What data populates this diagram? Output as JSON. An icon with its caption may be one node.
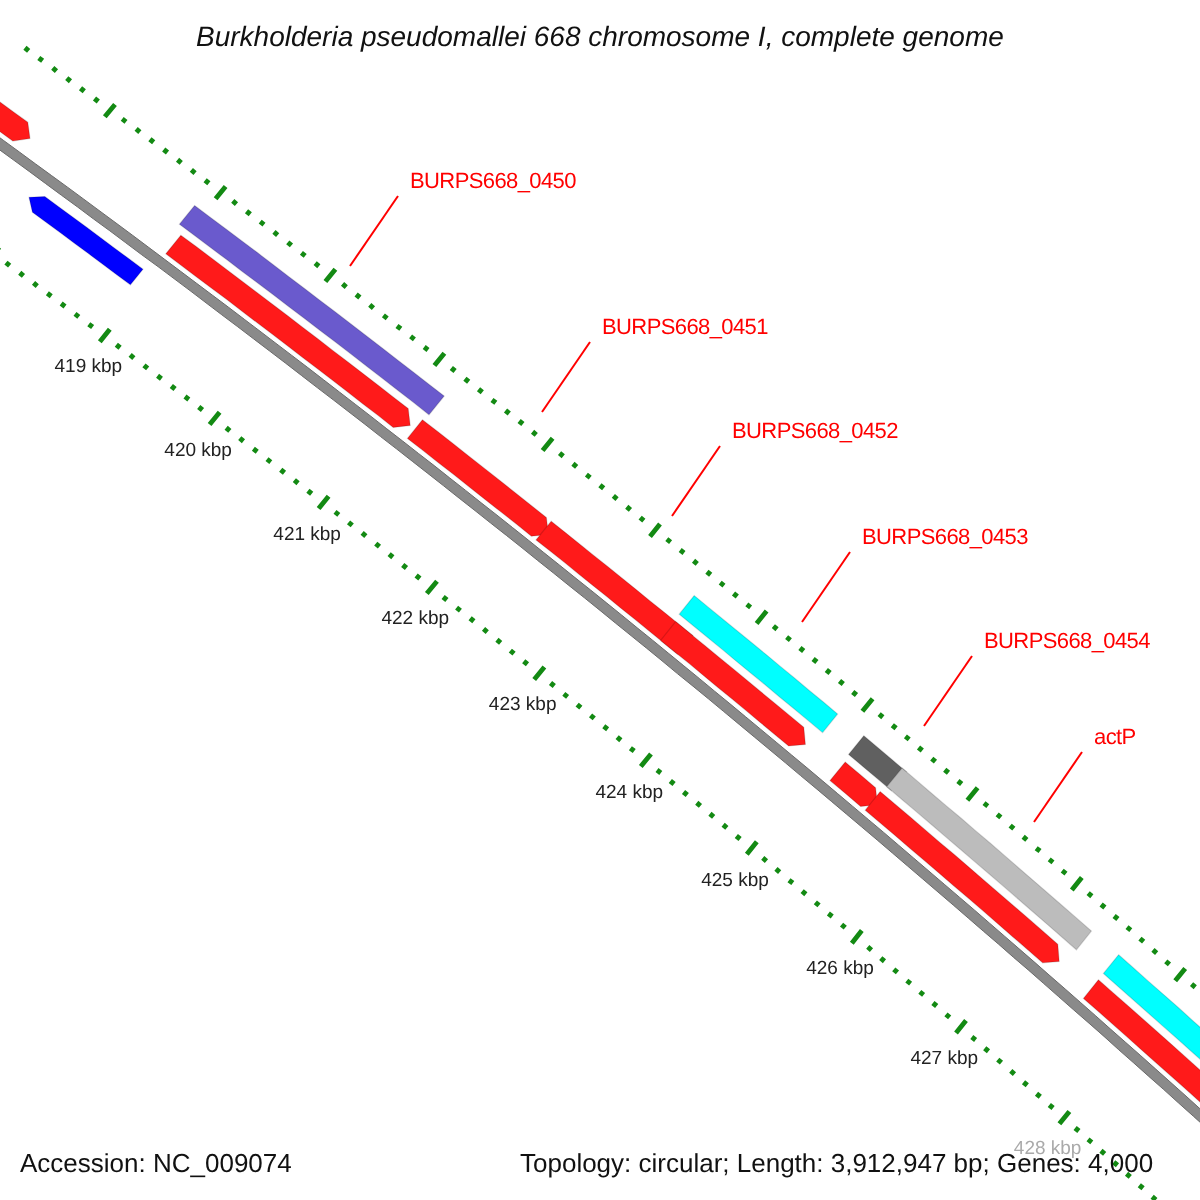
{
  "diagram": {
    "title": "Burkholderia pseudomallei 668 chromosome I, complete genome",
    "nodes": [
      {
        "text": [
          "BURPS668_0450"
        ]
      },
      {
        "text": [
          "BURPS668_0451"
        ]
      },
      {
        "text": [
          "BURPS668_0452"
        ]
      },
      {
        "text": [
          "BURPS668_0453"
        ]
      },
      {
        "text": [
          "BURPS668_0454"
        ]
      },
      {
        "text": [
          "actP"
        ]
      }
    ],
    "edges": [
      {
        "from": 0,
        "to": null,
        "arrow": "none"
      },
      {
        "from": 1,
        "to": null,
        "arrow": "none"
      },
      {
        "from": 2,
        "to": null,
        "arrow": "none"
      },
      {
        "from": 3,
        "to": null,
        "arrow": "none"
      },
      {
        "from": 4,
        "to": null,
        "arrow": "none"
      },
      {
        "from": 5,
        "to": null,
        "arrow": "none"
      }
    ],
    "labels": [
      "419 kbp",
      "420 kbp",
      "421 kbp",
      "422 kbp",
      "423 kbp",
      "424 kbp",
      "425 kbp",
      "426 kbp",
      "427 kbp",
      "428 kbp",
      "Accession: NC_009074",
      "Topology: circular; Length: 3,912,947 bp; Genes: 4,000"
    ]
  }
}
